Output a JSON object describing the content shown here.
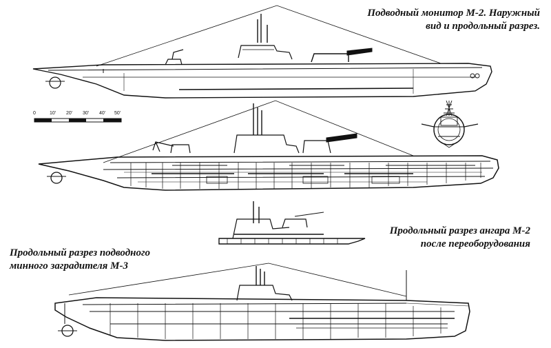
{
  "captions": {
    "m2_title_line1": "Подводный монитор М-2. Наружный",
    "m2_title_line2": "вид и продольный разрез.",
    "hangar_line1": "Продольный разрез ангара  М-2",
    "hangar_line2": "после переоборудования",
    "m3_line1": "Продольный разрез подводного",
    "m3_line2": "минного заградителя М-3"
  },
  "scale_bar": {
    "ticks": [
      "0",
      "10'",
      "20'",
      "30'",
      "40'",
      "50'"
    ]
  }
}
